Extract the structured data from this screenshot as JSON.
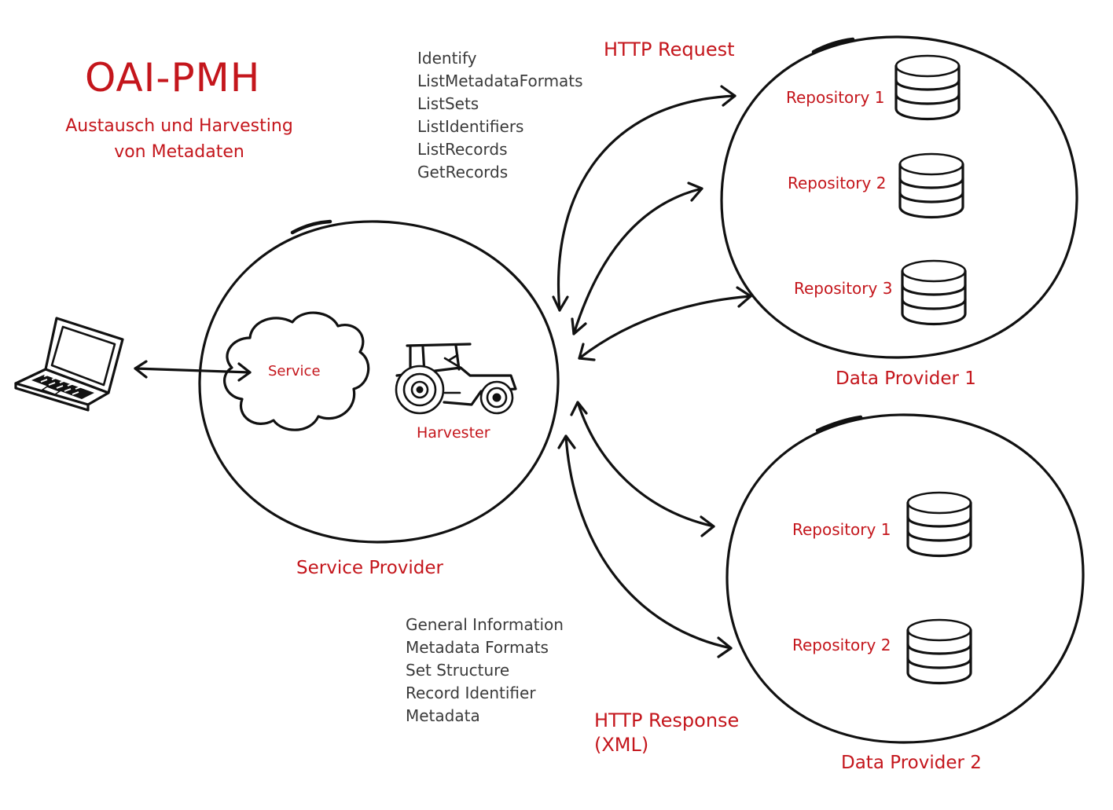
{
  "title": "OAI-PMH",
  "subtitle_line1": "Austausch und Harvesting",
  "subtitle_line2": "von Metadaten",
  "service_provider": {
    "label": "Service Provider",
    "service_label": "Service",
    "harvester_label": "Harvester"
  },
  "data_provider_1": {
    "label": "Data Provider 1",
    "repositories": [
      "Repository 1",
      "Repository 2",
      "Repository 3"
    ]
  },
  "data_provider_2": {
    "label": "Data Provider 2",
    "repositories": [
      "Repository 1",
      "Repository 2"
    ]
  },
  "http_request": "HTTP Request",
  "http_response_line1": "HTTP Response",
  "http_response_line2": "(XML)",
  "request_verbs": [
    "Identify",
    "ListMetadataFormats",
    "ListSets",
    "ListIdentifiers",
    "ListRecords",
    "GetRecords"
  ],
  "response_items": [
    "General Information",
    "Metadata Formats",
    "Set Structure",
    "Record Identifier",
    "Metadata"
  ],
  "colors": {
    "accent": "#c4161c",
    "ink": "#111111",
    "text": "#3a3a3a"
  },
  "icons": [
    "laptop-icon",
    "cloud-icon",
    "tractor-icon",
    "database-icon"
  ]
}
